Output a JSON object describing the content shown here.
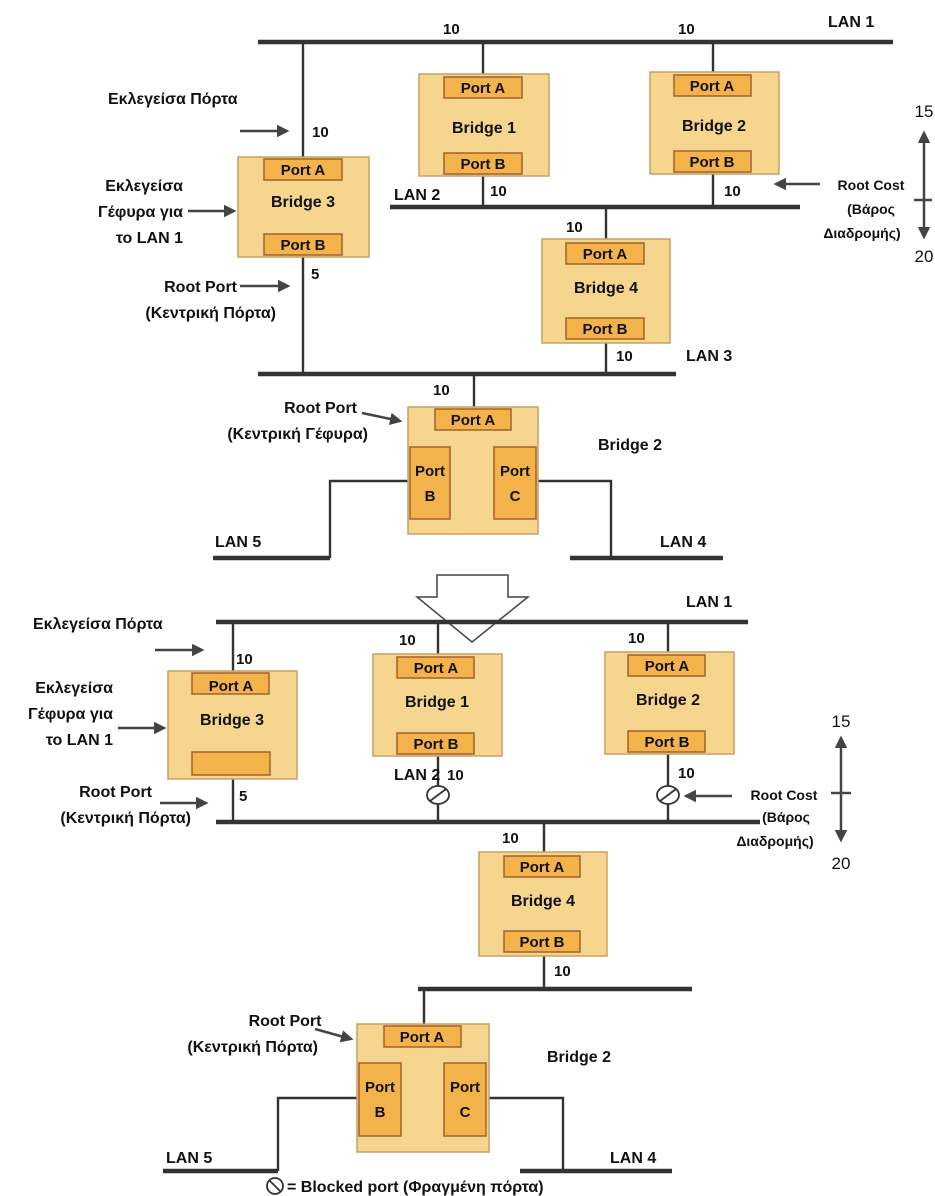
{
  "labels": {
    "lan1": "LAN 1",
    "lan2": "LAN 2",
    "lan3": "LAN 3",
    "lan4": "LAN 4",
    "lan5": "LAN 5",
    "bridge1": "Bridge 1",
    "bridge2": "Bridge 2",
    "bridge3": "Bridge 3",
    "bridge4": "Bridge 4",
    "port_a": "Port A",
    "port_b": "Port B",
    "port_word": "Port",
    "letter_b": "B",
    "letter_c": "C",
    "cost10": "10",
    "cost5": "5",
    "scale_top": "15",
    "scale_bottom": "20",
    "designated_port": "Εκλεγείσα Πόρτα",
    "designated_bridge_1": "Εκλεγείσα",
    "designated_bridge_2": "Γέφυρα για",
    "designated_bridge_3": "το LAN 1",
    "root_port_1": "Root Port",
    "root_port_2": "(Κεντρική Πόρτα)",
    "root_port_bridge_2": "(Κεντρική Γέφυρα)",
    "root_cost_1": "Root Cost",
    "root_cost_2": "(Βάρος",
    "root_cost_3": "Διαδρομής)",
    "legend": "= Blocked port (Φραγμένη πόρτα)"
  }
}
